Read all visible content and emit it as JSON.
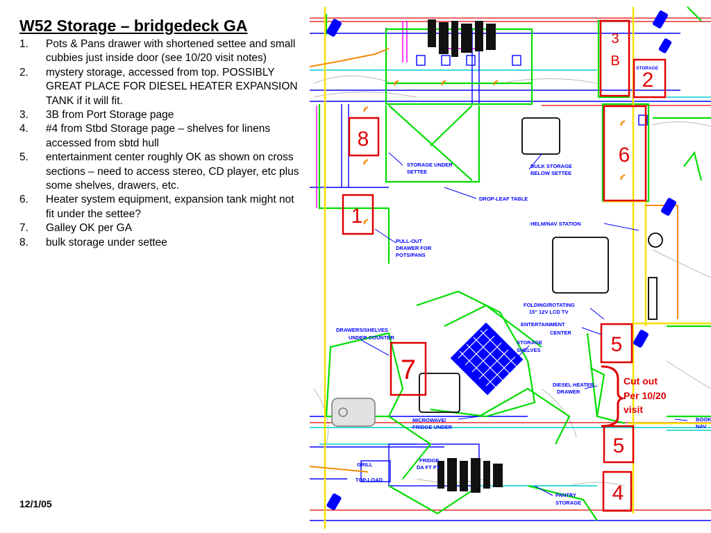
{
  "title": "W52 Storage – bridgedeck GA",
  "notes": [
    {
      "num": "1.",
      "text": "Pots & Pans drawer with shortened settee and small cubbies just inside door (see 10/20 visit notes)"
    },
    {
      "num": "2.",
      "text": "mystery storage, accessed from top. POSSIBLY GREAT PLACE FOR DIESEL HEATER EXPANSION TANK if it will fit."
    },
    {
      "num": "3.",
      "text": "3B from Port Storage page"
    },
    {
      "num": "4.",
      "text": "#4 from Stbd Storage page – shelves for linens accessed from sbtd hull"
    },
    {
      "num": "5.",
      "text": "entertainment center roughly OK as shown on cross sections – need to access stereo, CD player, etc plus some shelves, drawers, etc."
    },
    {
      "num": "6.",
      "text": "Heater system equipment, expansion tank might not fit under the settee?"
    },
    {
      "num": "7.",
      "text": "Galley OK per GA"
    },
    {
      "num": "8.",
      "text": "bulk storage under settee"
    }
  ],
  "date": "12/1/05",
  "drawing": {
    "callouts": {
      "c3_line1": "3",
      "c3_line2": "B",
      "c2": "2",
      "c8": "8",
      "c6": "6",
      "c1": "1",
      "c5a": "5",
      "c7": "7",
      "c5b": "5",
      "c4": "4"
    },
    "cutout_note": [
      "Cut out",
      "Per 10/20",
      "visit"
    ],
    "cad_labels": {
      "storage": "STORAGE",
      "storage_under_settee_1": "STORAGE UNDER",
      "storage_under_settee_2": "SETTEE",
      "bulk_storage_1": "BULK STORAGE",
      "bulk_storage_2": "BELOW SETTEE",
      "drop_leaf_table": "DROP-LEAF TABLE",
      "helm_station": "HELM/NAV STATION",
      "pullout_1": "PULL-OUT",
      "pullout_2": "DRAWER FOR",
      "pullout_3": "POTS/PANS",
      "tv_1": "FOLDING/ROTATING",
      "tv_2": "15\" 12V LCD TV",
      "ent_1": "ENTERTAINMENT",
      "ent_2": "CENTER",
      "shelves_1": "STORAGE",
      "shelves_2": "SHELVES",
      "drawers_1": "DRAWERS/SHELVES",
      "drawers_2": "UNDER COUNTER",
      "diesel_1": "DIESEL HEATER",
      "diesel_2": "DRAWER",
      "microwave_1": "MICROWAVE/",
      "microwave_2": "FRIDGE UNDER",
      "fridge_1": "FRIDGE",
      "fridge_2": "DA FT FT",
      "pantry_1": "PANTRY",
      "pantry_2": "STORAGE",
      "grill_1": "GRILL",
      "grill_2": "TOP-LOAD",
      "edge_1": "BOOK",
      "edge_2": "NAV"
    },
    "colors": {
      "red": "#e00000",
      "green": "#00dd00",
      "blue": "#0000ff",
      "cyan": "#00cccc",
      "yellow": "#f5e000",
      "magenta": "#ff00ff",
      "orange": "#f08a00",
      "grey": "#b8b8b8"
    }
  }
}
